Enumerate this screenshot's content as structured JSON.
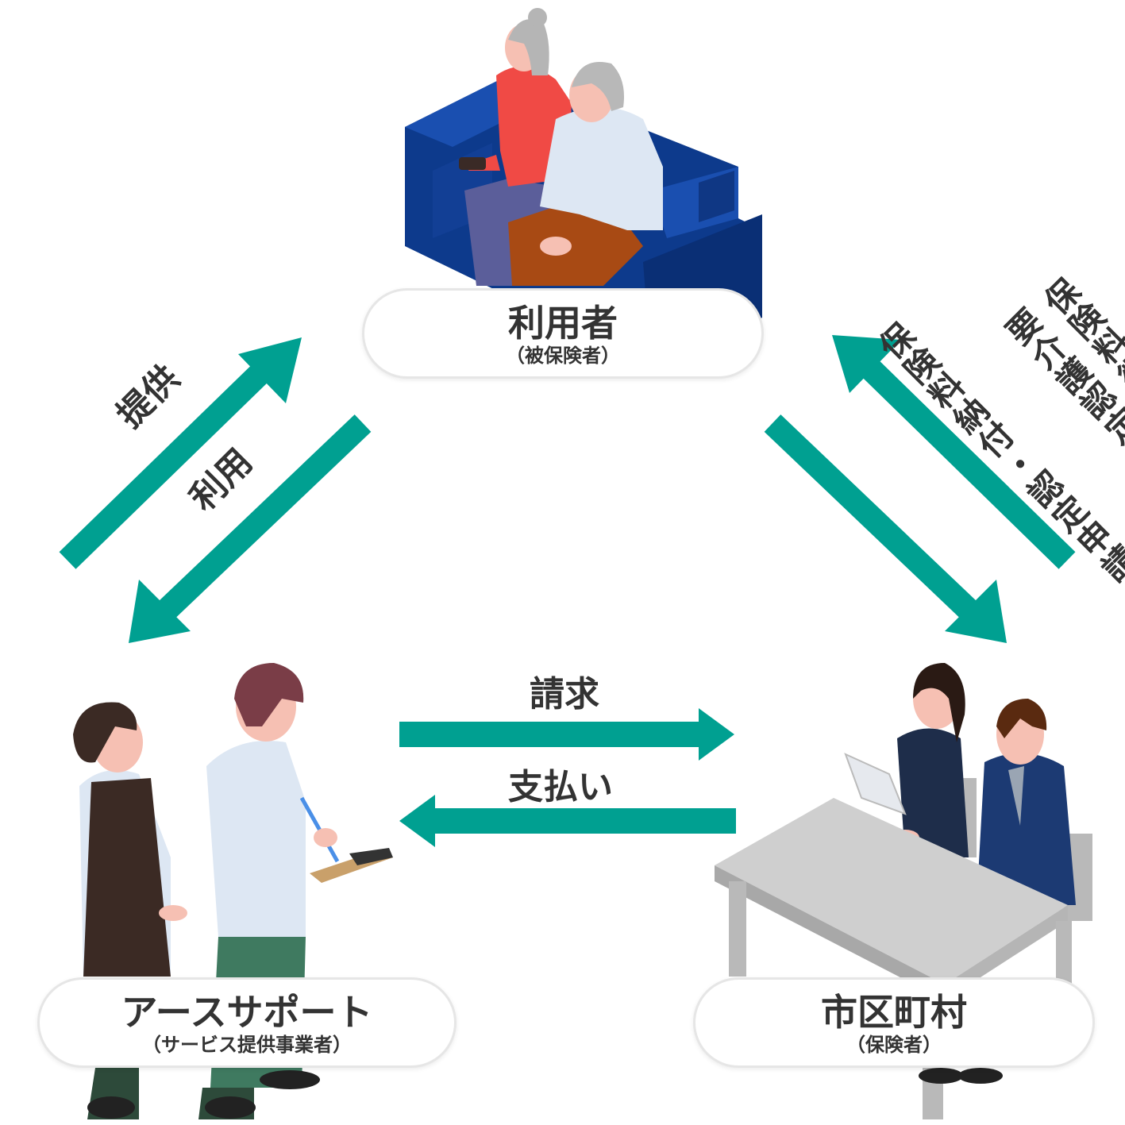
{
  "nodes": {
    "user": {
      "name": "利用者",
      "sub": "（被保険者）"
    },
    "provider": {
      "name": "アースサポート",
      "sub": "（サービス提供事業者）"
    },
    "municipality": {
      "name": "市区町村",
      "sub": "（保険者）"
    }
  },
  "flows": {
    "provide": "提供",
    "use": "利用",
    "billing": "請求",
    "payment": "支払い",
    "collection_line1": "保険料徴収",
    "collection_line2": "要介護認定",
    "payment_application": "保険料納付・認定申請"
  },
  "colors": {
    "arrow": "#00a091",
    "text": "#333333",
    "sofa": "#0d3a8c"
  },
  "illustrations": {
    "user": "elderly-couple-on-sofa",
    "provider": "care-staff-with-clipboard",
    "municipality": "officials-at-desk"
  }
}
